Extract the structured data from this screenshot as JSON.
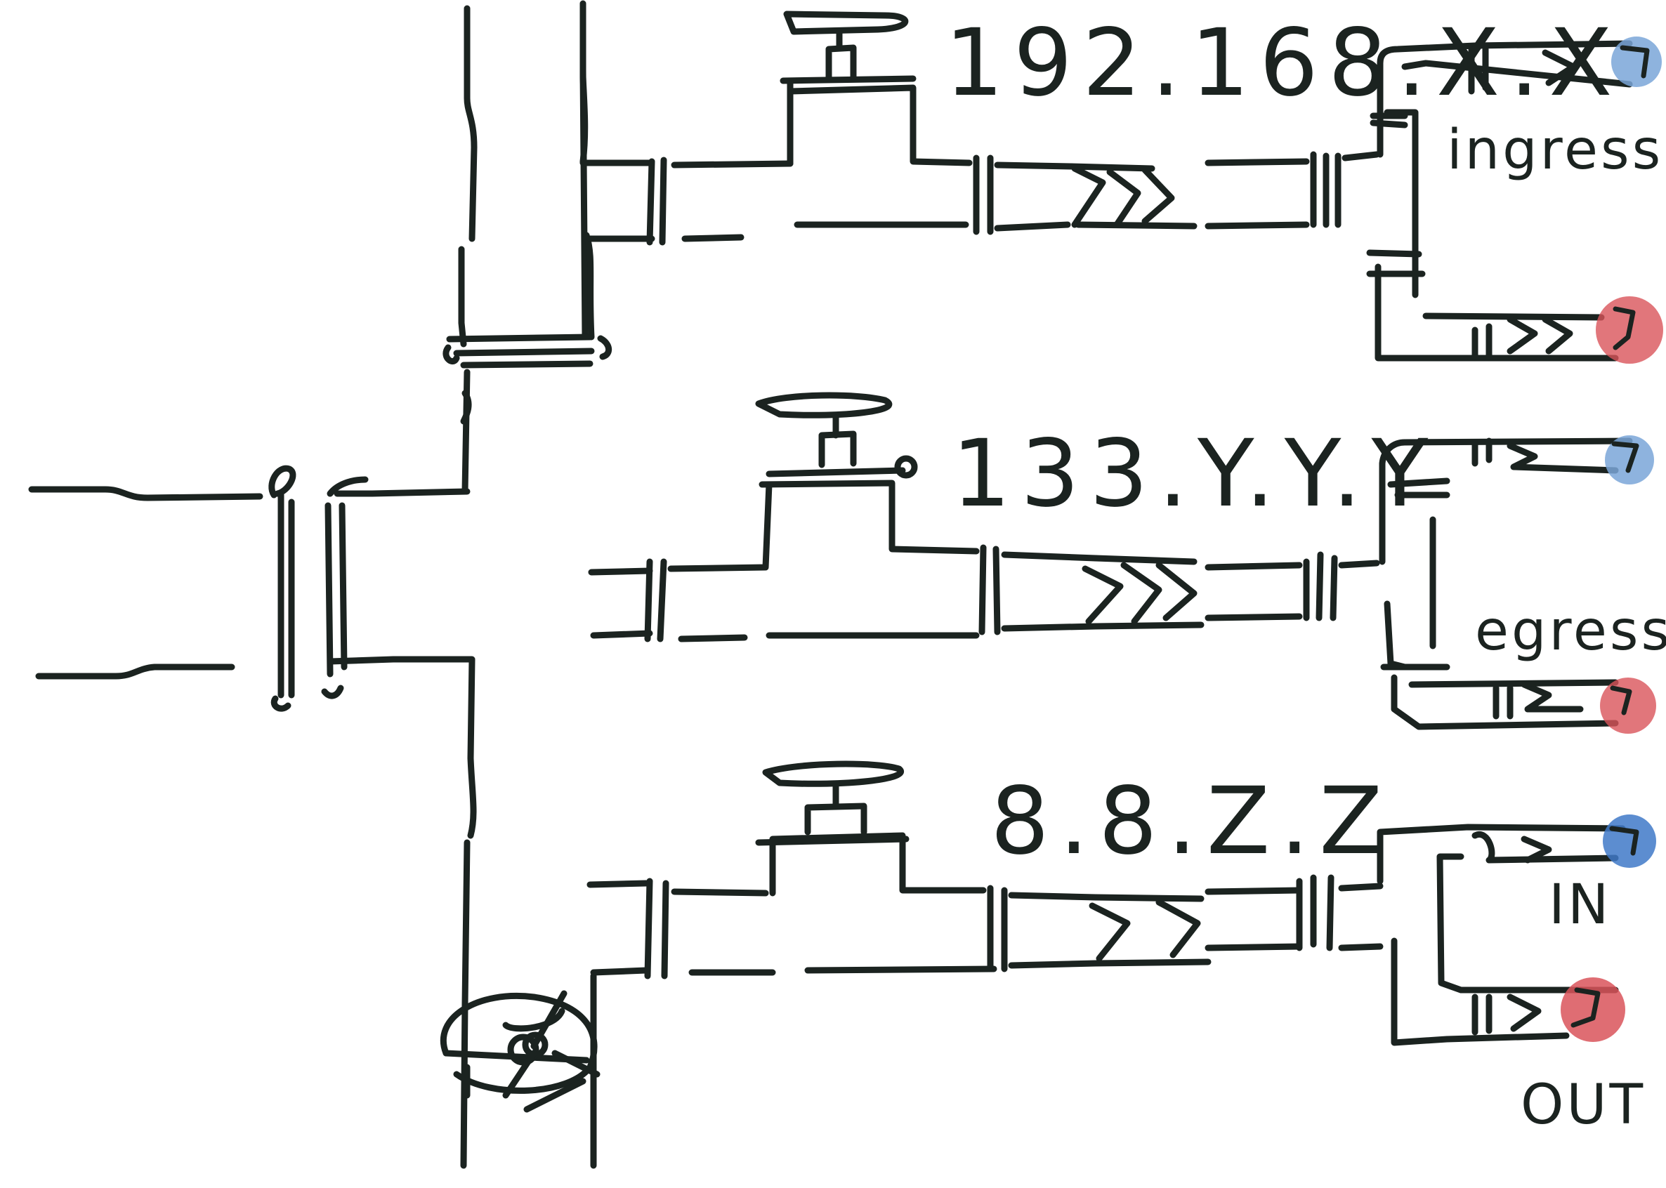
{
  "routes": [
    {
      "address": "192.168.X.X",
      "label": "ingress"
    },
    {
      "address": "133.Y.Y.Y",
      "label": "egress"
    },
    {
      "address": "8.8.Z.Z",
      "label": ""
    }
  ],
  "legend": {
    "in_label": "IN",
    "out_label": "OUT"
  },
  "colors": {
    "ink": "#1b2320",
    "ingress_dot": "#7aa6d8",
    "egress_dot": "#d9545a"
  }
}
